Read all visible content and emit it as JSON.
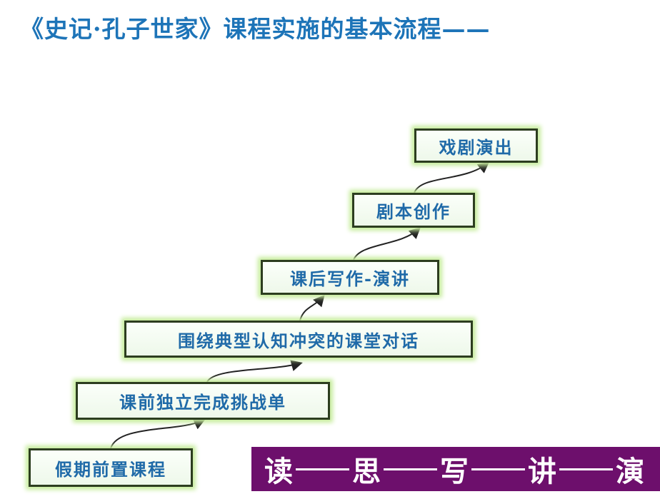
{
  "title": "《史记·孔子世家》课程实施的基本流程——",
  "steps": [
    "假期前置课程",
    "课前独立完成挑战单",
    "围绕典型认知冲突的课堂对话",
    "课后写作-演讲",
    "剧本创作",
    "戏剧演出"
  ],
  "summary": [
    "读",
    "思",
    "写",
    "讲",
    "演"
  ],
  "colors": {
    "title": "#1d74b8",
    "box_text": "#1f6aa8",
    "bar": "#6d0f6c"
  }
}
